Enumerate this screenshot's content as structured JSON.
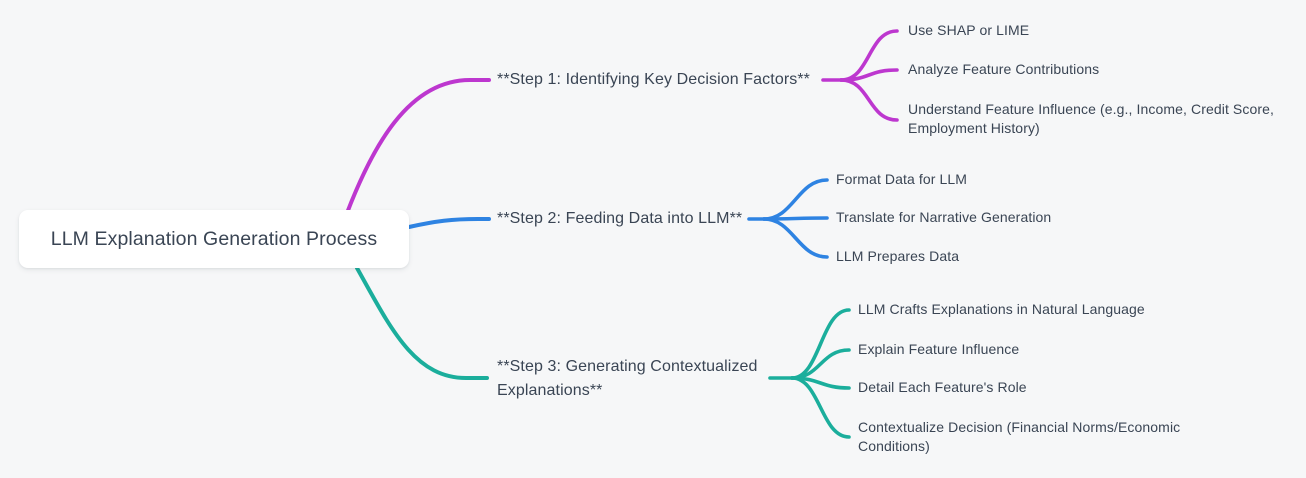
{
  "canvas": {
    "background": "#f6f7f8",
    "text_color": "#3a4554",
    "node_background": "#ffffff"
  },
  "root": {
    "label": "LLM Explanation Generation Process"
  },
  "branches": [
    {
      "label": "**Step 1: Identifying Key Decision Factors**",
      "color": "#bd37cf",
      "children": [
        {
          "label": "Use SHAP or LIME"
        },
        {
          "label": "Analyze Feature Contributions"
        },
        {
          "label": "Understand Feature Influence (e.g., Income, Credit Score, Employment History)"
        }
      ]
    },
    {
      "label": "**Step 2: Feeding Data into LLM**",
      "color": "#2e83e2",
      "children": [
        {
          "label": "Format Data for LLM"
        },
        {
          "label": "Translate for Narrative Generation"
        },
        {
          "label": "LLM Prepares Data"
        }
      ]
    },
    {
      "label": "**Step 3: Generating Contextualized Explanations**",
      "color": "#1bae9c",
      "children": [
        {
          "label": "LLM Crafts Explanations in Natural Language"
        },
        {
          "label": "Explain Feature Influence"
        },
        {
          "label": "Detail Each Feature's Role"
        },
        {
          "label": "Contextualize Decision (Financial Norms/Economic Conditions)"
        }
      ]
    }
  ]
}
